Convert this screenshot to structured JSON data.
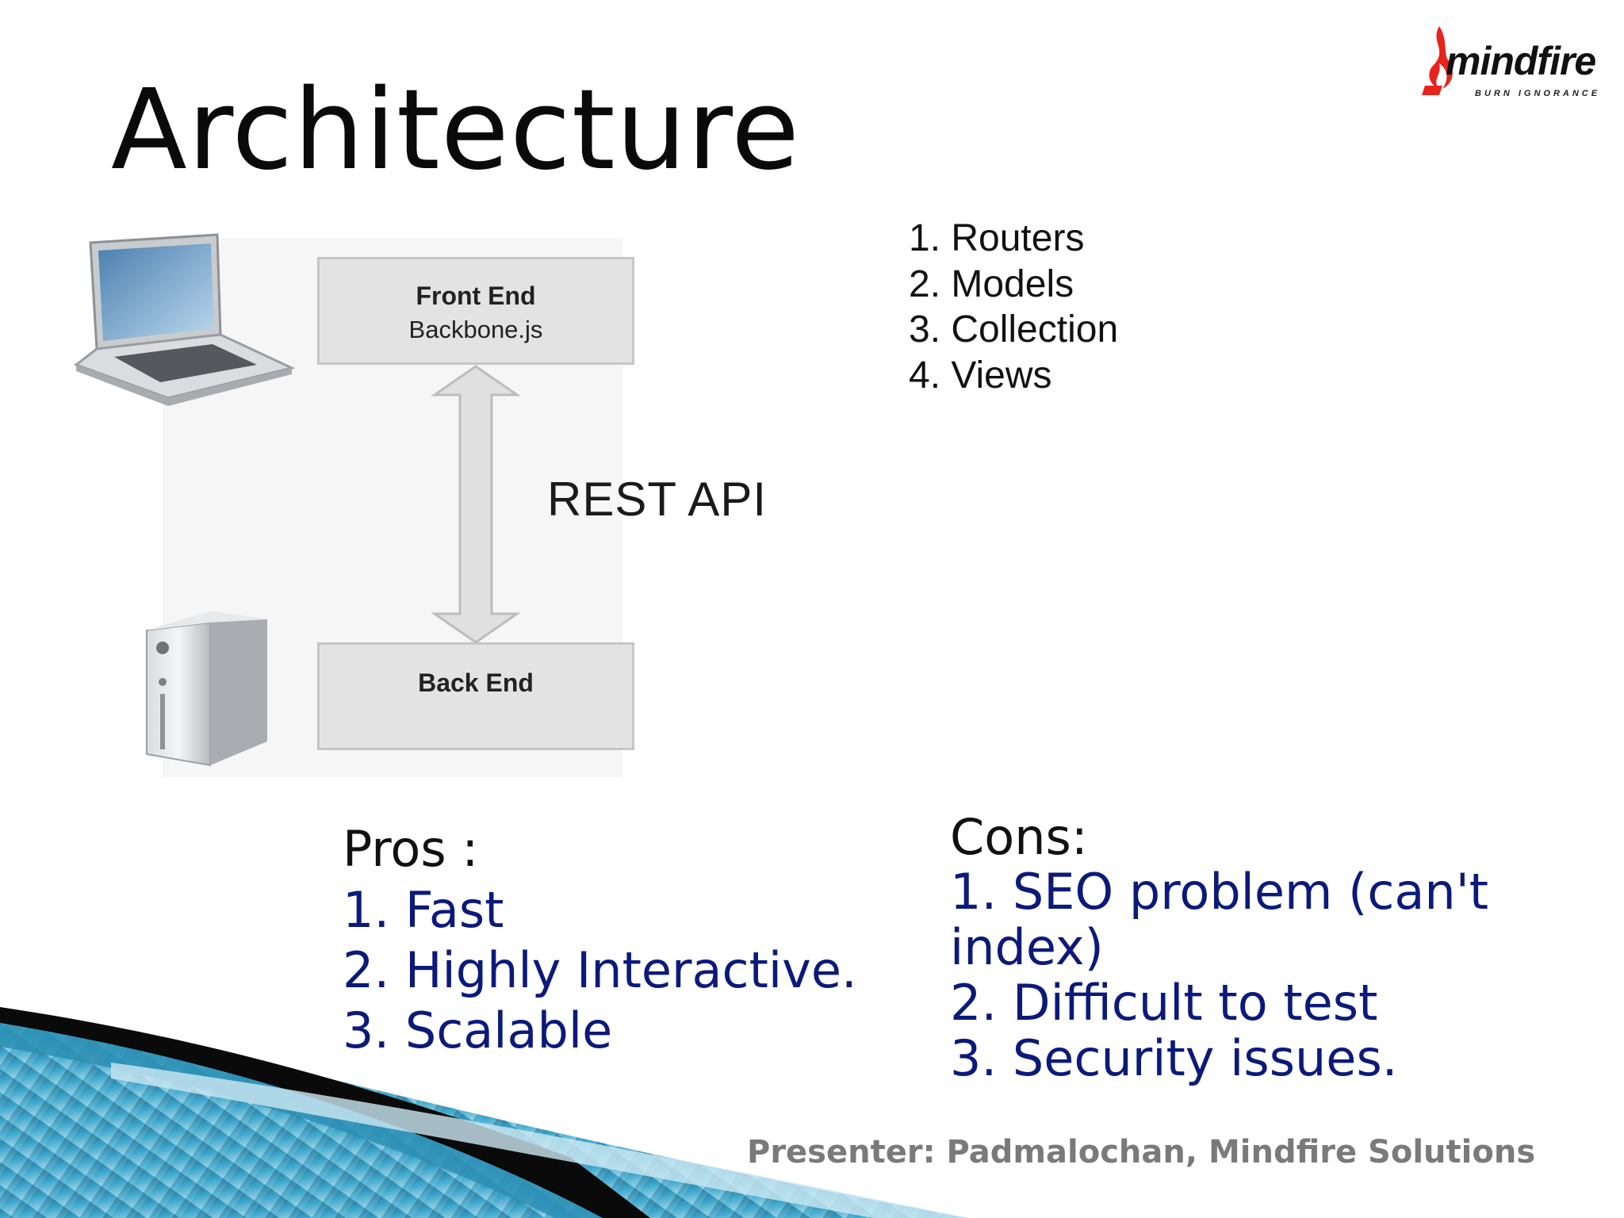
{
  "slide": {
    "title": "Architecture",
    "logo": {
      "wordmark": "mindfire",
      "tagline": "BURN IGNORANCE",
      "flame_color": "#e8221c"
    }
  },
  "diagram": {
    "front_end": {
      "title": "Front End",
      "subtitle": "Backbone.js",
      "device_icon": "laptop-icon"
    },
    "back_end": {
      "title": "Back End",
      "device_icon": "server-icon"
    },
    "connector": {
      "label": "REST API",
      "arrow": "double-headed-vertical"
    }
  },
  "components": [
    "1. Routers",
    "2. Models",
    "3. Collection",
    "4. Views"
  ],
  "pros": {
    "heading": "Pros :",
    "items": [
      "1. Fast",
      "2. Highly Interactive.",
      "3. Scalable"
    ]
  },
  "cons": {
    "heading": "Cons:",
    "items": [
      "1. SEO problem (can't index)",
      "2. Difficult to test",
      "3. Security issues."
    ]
  },
  "footer": {
    "presenter": "Presenter: Padmalochan, Mindfire Solutions"
  },
  "colors": {
    "list_text": "#0b1a7a",
    "box_fill": "#e3e3e3",
    "accent_teal": "#1f8fb4",
    "presenter_text": "#7a7a7a"
  }
}
